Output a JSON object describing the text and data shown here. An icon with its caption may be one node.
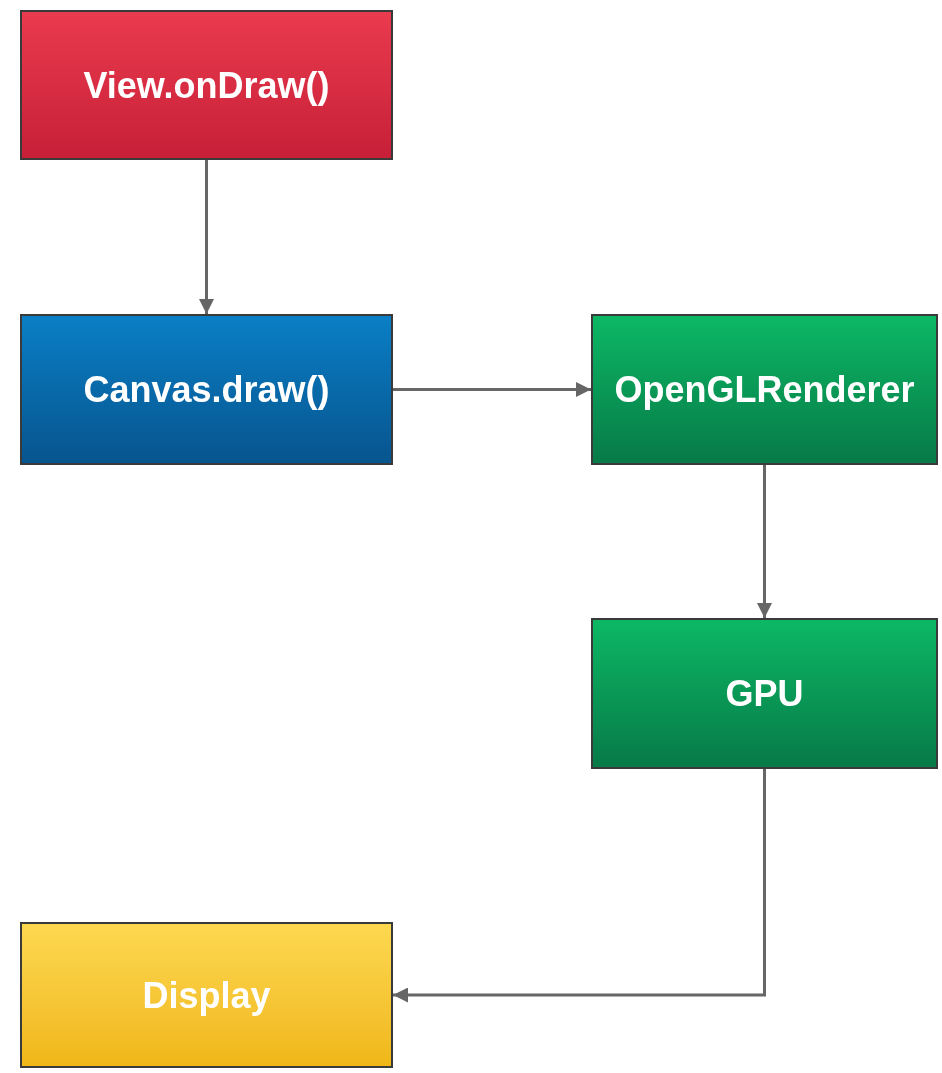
{
  "diagram": {
    "nodes": [
      {
        "text": [
          "View.onDraw()"
        ]
      },
      {
        "text": [
          "Canvas.draw()"
        ]
      },
      {
        "text": [
          "OpenGLRenderer"
        ]
      },
      {
        "text": [
          "GPU"
        ]
      },
      {
        "text": [
          "Display"
        ]
      }
    ],
    "edges": [
      {
        "from": 0,
        "to": 1,
        "arrow": "to"
      },
      {
        "from": 1,
        "to": 2,
        "arrow": "to"
      },
      {
        "from": 2,
        "to": 3,
        "arrow": "to"
      },
      {
        "from": 3,
        "to": 4,
        "arrow": "to"
      }
    ]
  }
}
